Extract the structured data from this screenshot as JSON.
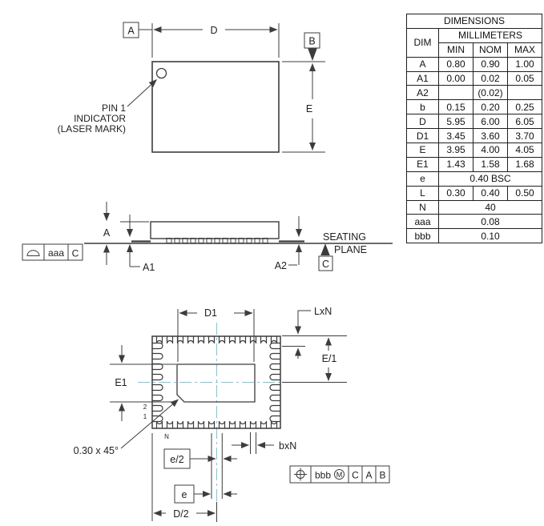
{
  "colors": {
    "line": "#3c3c3c",
    "centerline": "#74c9e0",
    "text": "#1f1f1f"
  },
  "table": {
    "title": "DIMENSIONS",
    "dim_header": "DIM",
    "units_header": "MILLIMETERS",
    "col_headers": [
      "MIN",
      "NOM",
      "MAX"
    ],
    "rows": [
      {
        "dim": "A",
        "min": "0.80",
        "nom": "0.90",
        "max": "1.00"
      },
      {
        "dim": "A1",
        "min": "0.00",
        "nom": "0.02",
        "max": "0.05"
      },
      {
        "dim": "A2",
        "min": "",
        "nom": "(0.02)",
        "max": ""
      },
      {
        "dim": "b",
        "min": "0.15",
        "nom": "0.20",
        "max": "0.25"
      },
      {
        "dim": "D",
        "min": "5.95",
        "nom": "6.00",
        "max": "6.05"
      },
      {
        "dim": "D1",
        "min": "3.45",
        "nom": "3.60",
        "max": "3.70"
      },
      {
        "dim": "E",
        "min": "3.95",
        "nom": "4.00",
        "max": "4.05"
      },
      {
        "dim": "E1",
        "min": "1.43",
        "nom": "1.58",
        "max": "1.68"
      },
      {
        "dim": "e",
        "span": "0.40 BSC"
      },
      {
        "dim": "L",
        "min": "0.30",
        "nom": "0.40",
        "max": "0.50"
      },
      {
        "dim": "N",
        "span": "40"
      },
      {
        "dim": "aaa",
        "span": "0.08"
      },
      {
        "dim": "bbb",
        "span": "0.10"
      }
    ]
  },
  "top_view": {
    "datum_a": "A",
    "datum_b": "B",
    "dim_d": "D",
    "dim_e": "E",
    "pin1_line1": "PIN 1",
    "pin1_line2": "INDICATOR",
    "pin1_line3": "(LASER MARK)"
  },
  "side_view": {
    "dim_a": "A",
    "dim_a1": "A1",
    "dim_a2": "A2",
    "seating_line1": "SEATING",
    "seating_line2": "PLANE",
    "datum_c": "C",
    "fcf_tolerance": "aaa",
    "fcf_datum": "C"
  },
  "bottom_view": {
    "dim_d1": "D1",
    "dim_lxn": "LxN",
    "dim_e_half": "E/1",
    "dim_e1": "E1",
    "pin2_label": "2",
    "pin1_label": "1",
    "pinN_label": "N",
    "chamfer_label": "0.30 x 45°",
    "e_half_label": "e/2",
    "e_label": "e",
    "d_half_label": "D/2",
    "bxn_label": "bxN",
    "fcf_tolerance": "bbb",
    "fcf_modifier": "M",
    "fcf_datum1": "C",
    "fcf_datum2": "A",
    "fcf_datum3": "B"
  }
}
